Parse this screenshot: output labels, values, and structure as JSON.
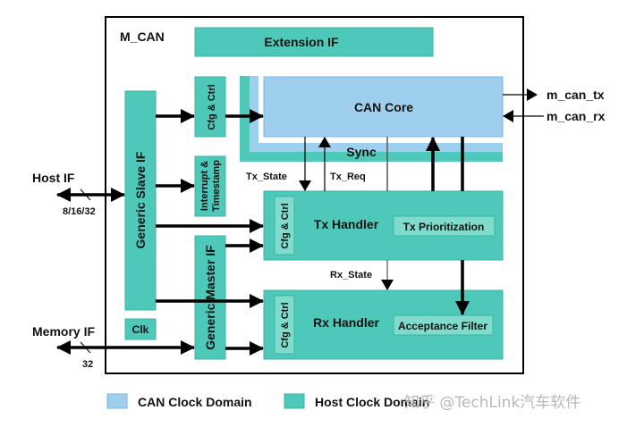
{
  "diagram": {
    "title": "M_CAN",
    "colors": {
      "can_clock": "#9fcfef",
      "can_clock_border": "#7bb6e0",
      "host_clock": "#4ec9b9",
      "host_clock_border": "#3bb3a3",
      "inner_box": "#7fdccd",
      "line": "#000000",
      "thin_line": "#555555"
    },
    "blocks": {
      "extension_if": "Extension IF",
      "can_core": "CAN Core",
      "sync": "Sync",
      "cfg_ctrl_core": "Cfg & Ctrl",
      "interrupt_line1": "Interrupt &",
      "interrupt_line2": "Timestamp",
      "generic_slave_if": "Generic Slave IF",
      "generic_master_if": "Generic Master IF",
      "clk": "Clk",
      "tx_handler": "Tx Handler",
      "tx_cfg_ctrl": "Cfg & Ctrl",
      "tx_prioritization": "Tx Prioritization",
      "rx_handler": "Rx Handler",
      "rx_cfg_ctrl": "Cfg & Ctrl",
      "acceptance_filter": "Acceptance Filter"
    },
    "signals": {
      "tx_state": "Tx_State",
      "tx_req": "Tx_Req",
      "rx_state": "Rx_State",
      "m_can_tx": "m_can_tx",
      "m_can_rx": "m_can_rx"
    },
    "external": {
      "host_if": "Host IF",
      "host_bus_width": "8/16/32",
      "memory_if": "Memory IF",
      "memory_bus_width": "32"
    },
    "legend": [
      {
        "label": "CAN Clock Domain",
        "color": "#9fcfef"
      },
      {
        "label": "Host Clock Domain",
        "color": "#4ec9b9"
      }
    ],
    "watermark": "知乎 @TechLink汽车软件"
  }
}
